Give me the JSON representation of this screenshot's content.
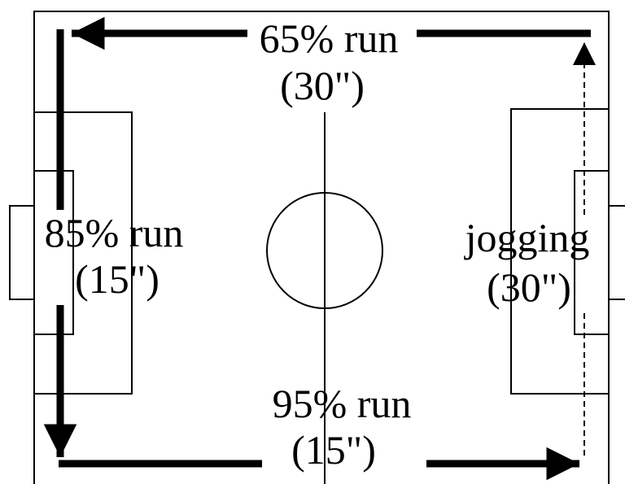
{
  "diagram": {
    "stages": [
      {
        "id": "top",
        "title": "65% run",
        "duration": "(30\")"
      },
      {
        "id": "left",
        "title": "85% run",
        "duration": "(15\")"
      },
      {
        "id": "bottom",
        "title": "95% run",
        "duration": "(15\")"
      },
      {
        "id": "right",
        "title": "jogging",
        "duration": "(30\")"
      }
    ],
    "colors": {
      "ink": "#000000",
      "background": "#ffffff"
    }
  }
}
